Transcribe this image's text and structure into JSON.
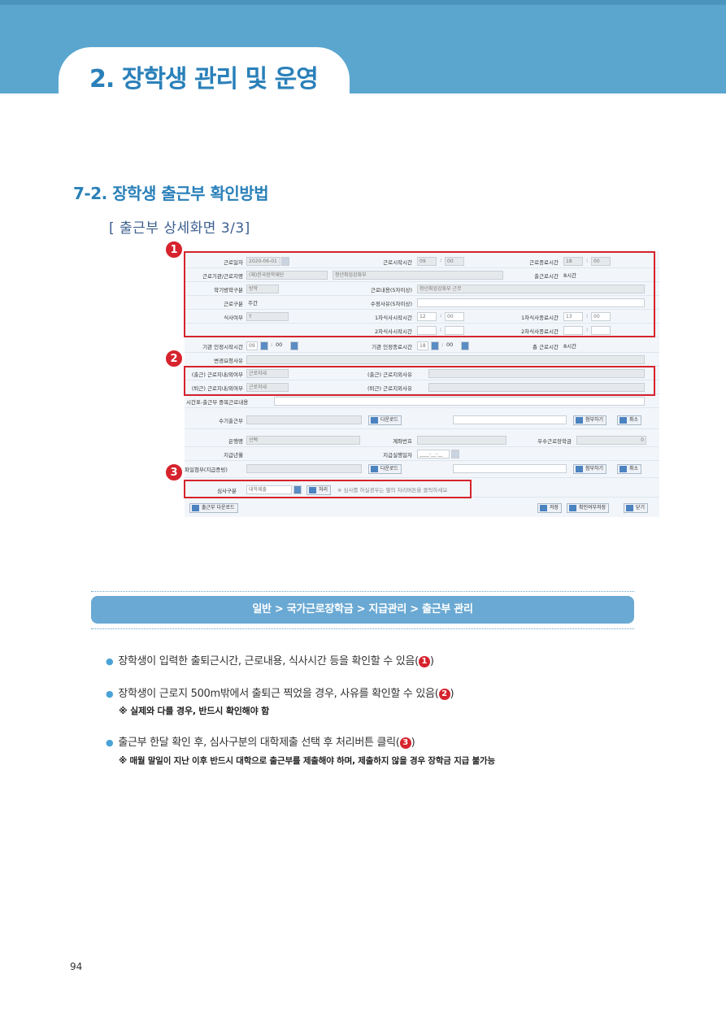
{
  "header": {
    "chapter_title": "2. 장학생 관리 및 운영"
  },
  "section": {
    "title": "7-2. 장학생 출근부 확인방법"
  },
  "screen": {
    "caption": "[ 출근부 상세화면 3/3]",
    "badges": [
      "1",
      "2",
      "3"
    ],
    "accent_color": "#d6232d",
    "rows": {
      "work_date_label": "근로일자",
      "work_date_value": "2020-06-01",
      "start_time_label": "근로시작시간",
      "start_hour": "09",
      "start_min": "00",
      "end_time_label": "근로종료시간",
      "end_hour": "18",
      "end_min": "00",
      "org_label": "근로기관/근로지명",
      "org_value": "(재)한국장학재단",
      "org_place": "청년취업강화부",
      "work_hours_label": "출근로시간",
      "work_hours_value": "8시간",
      "semester_label": "학기방학구분",
      "semester_value": "방학",
      "content_label": "근로내용(5자이상)",
      "content_value": "청년취업강화부 근무",
      "type_label": "근로구분",
      "type_value": "주간",
      "edit_reason_label": "수정사유(5자이상)",
      "meal_label": "식사여부",
      "meal_value": "Y",
      "meal1_start_label": "1차식사시작시간",
      "meal1_start_h": "12",
      "meal1_start_m": "00",
      "meal1_end_label": "1차식사종료시간",
      "meal1_end_h": "13",
      "meal1_end_m": "00",
      "meal2_start_label": "2차식사시작시간",
      "meal2_end_label": "2차식사종료시간",
      "agency_start_label": "기관 인정시작시간",
      "agency_start_h": "09",
      "agency_start_m": "00",
      "agency_end_label": "기관 인정종료시간",
      "agency_end_h": "18",
      "agency_end_m": "00",
      "total_label": "총 근로시간",
      "total_value": "8시간",
      "change_reason_label": "변경요청사유",
      "in_loc_label": "(출근) 근로지내/외여부",
      "in_loc_value": "근로지내",
      "in_out_reason_label": "(출근) 근로지외사유",
      "out_loc_label": "(퇴근) 근로지내/외여부",
      "out_loc_value": "근로지내",
      "out_out_reason_label": "(퇴근) 근로지외사유",
      "overlap_label": "시간표-출근부 중복근로내용",
      "manual_label": "수기출근부",
      "download_label": "다운로드",
      "attach_label": "첨부하기",
      "cancel_label": "취소",
      "bank_label": "은행명",
      "bank_value": "선택",
      "account_label": "계좌번호",
      "excellent_label": "우수근로장학금",
      "excellent_value": "0",
      "pay_month_label": "지급년월",
      "pay_date_label": "지급실행일자",
      "pay_date_value": "____-__-__",
      "file_label": "파일첨부(지급증빙)",
      "review_label": "심사구분",
      "review_value": "대학제출",
      "process_label": "처리",
      "review_note": "※ 심사를 하실경우는 옆의 처리버튼을 클릭하세요",
      "timesheet_download": "출근부 다운로드",
      "save_label": "저장",
      "confirm_save_label": "확인여부저장",
      "close_label": "닫기"
    }
  },
  "nav": {
    "path": "일반 > 국가근로장학금 > 지급관리 > 출근부 관리"
  },
  "bullets": [
    {
      "text": "장학생이 입력한 출퇴근시간, 근로내용, 식사시간 등을 확인할 수 있음(",
      "num": "1",
      "close": ")"
    },
    {
      "text": "장학생이 근로지 500m밖에서 출퇴근 찍었을 경우, 사유를 확인할 수 있음(",
      "num": "2",
      "close": ")"
    },
    {
      "text": "출근부 한달 확인 후, 심사구분의 대학제출 선택 후 처리버튼 클릭(",
      "num": "3",
      "close": ")"
    }
  ],
  "notes": {
    "note1": "※ 실제와 다를 경우, 반드시 확인해야 함",
    "note2": "※ 매월 말일이 지난 이후 반드시 대학으로 출근부를 제출해야 하며, 제출하지 않을 경우 장학금 지급 불가능"
  },
  "page_number": "94"
}
